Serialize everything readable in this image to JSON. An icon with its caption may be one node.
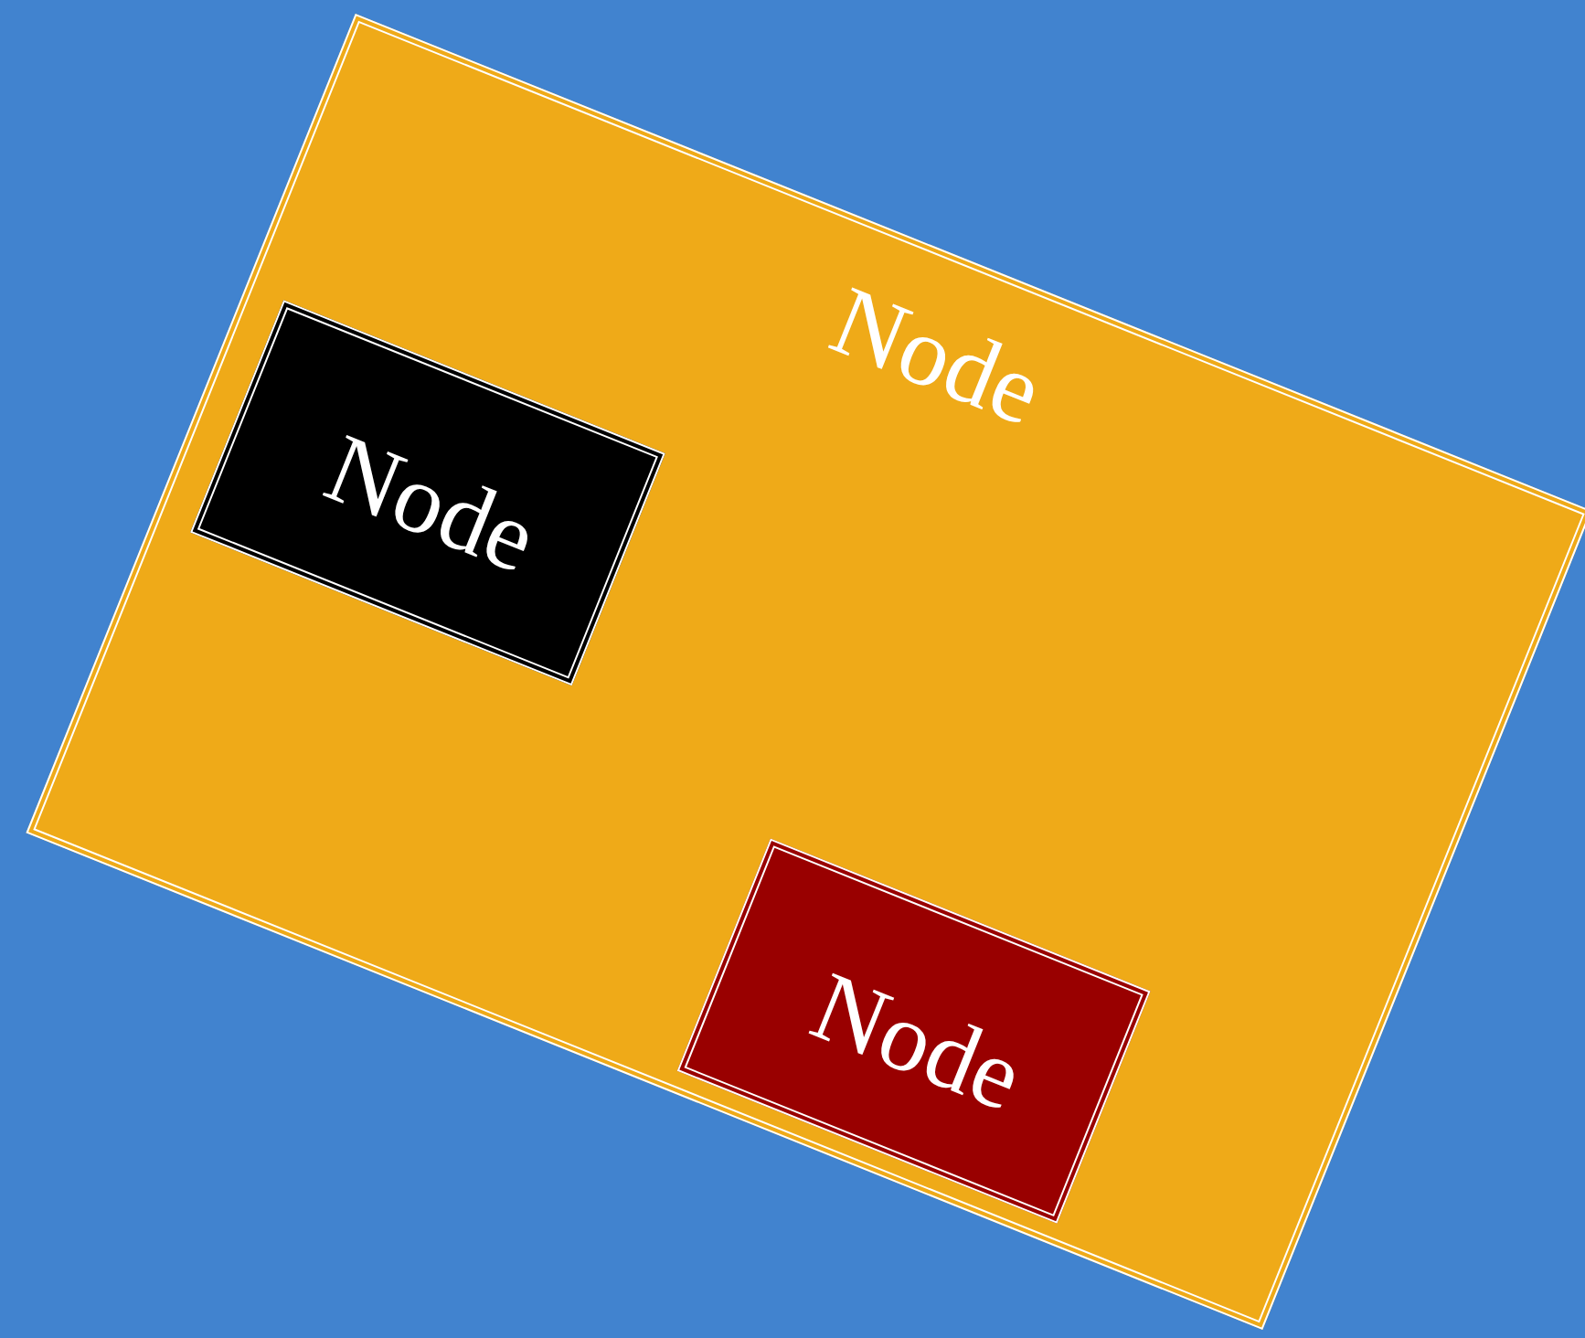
{
  "diagram": {
    "nodes": [
      {
        "text": [
          "Node"
        ]
      },
      {
        "text": [
          "Node"
        ],
        "in": 0
      },
      {
        "text": [
          "Node"
        ],
        "in": 0
      }
    ]
  }
}
